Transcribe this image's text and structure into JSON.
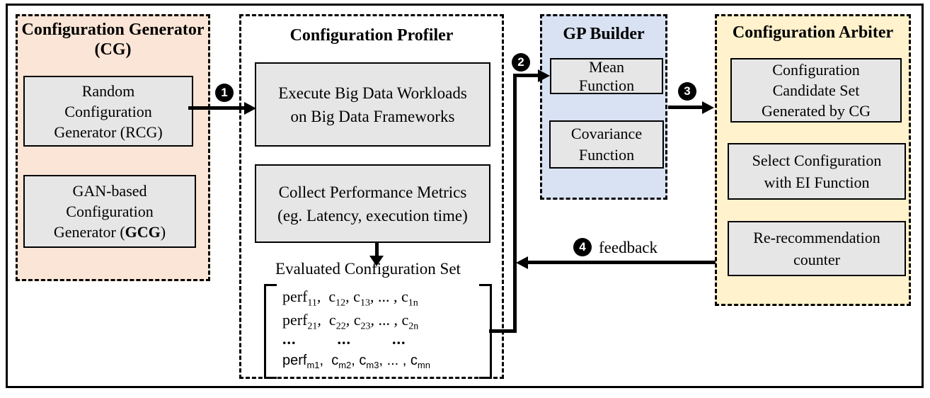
{
  "diagram": {
    "cg": {
      "title": "Configuration Generator\n(CG)",
      "rcg_label": "Random\nConfiguration\nGenerator (RCG)",
      "gcg_label": "GAN-based\nConfiguration\nGenerator (*{GCG})"
    },
    "profiler": {
      "title": "Configuration Profiler",
      "execute_label": "Execute Big Data Workloads\non Big Data Frameworks",
      "collect_label": "Collect Performance Metrics\n(eg. Latency, execution time)",
      "evaluated_label": "Evaluated Configuration Set",
      "matrix_rows": [
        "perf_{11},  c_{12}, c_{13}, ... , c_{1n}",
        "perf_{21},  c_{22}, c_{23}, ... , c_{2n}",
        "...   ...   ...",
        "perf_{m1},  c_{m2}, c_{m3}, ... , c_{mn}"
      ]
    },
    "gp_builder": {
      "title": "GP Builder",
      "mean_label": "Mean\nFunction",
      "covariance_label": "Covariance\nFunction"
    },
    "arbiter": {
      "title": "Configuration Arbiter",
      "candidate_label": "Configuration\nCandidate Set\nGenerated by CG",
      "select_label": "Select Configuration\nwith EI Function",
      "rerecommend_label": "Re-recommendation\ncounter"
    },
    "steps": {
      "s1": "1",
      "s2": "2",
      "s3": "3",
      "s4": "4",
      "feedback_label": "feedback"
    },
    "colors": {
      "cg_bg": "#fbe5d6",
      "gp_bg": "#d9e2f3",
      "arbiter_bg": "#fff2cc",
      "box_bg": "#e7e6e6",
      "line": "#000000"
    }
  }
}
